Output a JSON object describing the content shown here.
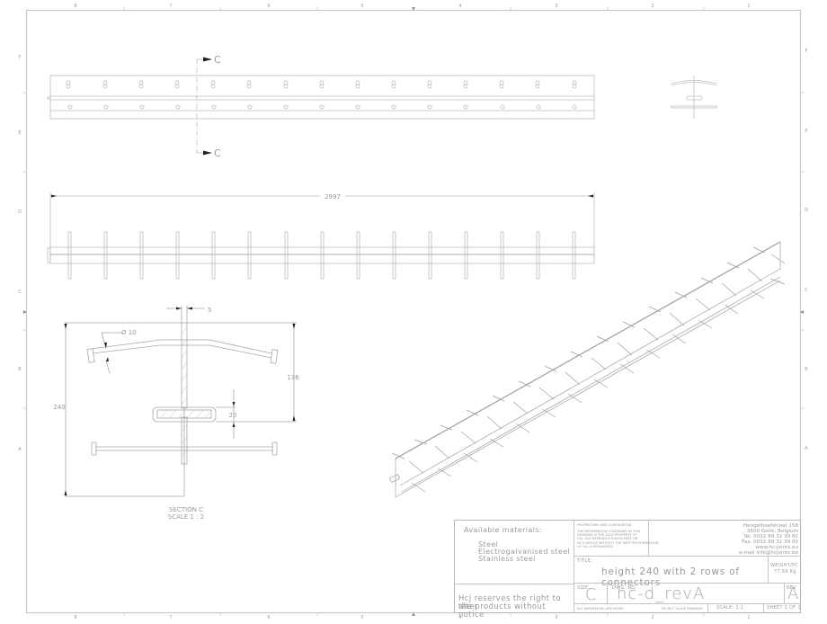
{
  "drawing": {
    "border": {
      "column_markers": [
        "8",
        "7",
        "6",
        "5",
        "4",
        "3",
        "2",
        "1"
      ],
      "row_markers": [
        "F",
        "E",
        "D",
        "C",
        "B",
        "A"
      ]
    },
    "views": {
      "top_view": {
        "section_marker_top": "C",
        "section_marker_bottom": "C"
      },
      "front_view": {
        "length_dimension": "2997"
      },
      "section_view": {
        "thickness_dimension": "5",
        "diameter_dimension": "Ø 10",
        "height_dimension": "240",
        "upper_height_dimension": "136",
        "flange_dimension": "20",
        "caption_line1": "SECTION C",
        "caption_line2": "SCALE 1 : 2"
      }
    },
    "title_block": {
      "materials_label": "Available materials:",
      "materials": [
        "Steel",
        "Electrogalvanised steel",
        "Stainless steel"
      ],
      "notice_line1": "Hcj reserves the right to alter",
      "notice_line2": "the products without notice",
      "proprietary_heading": "PROPRIETARY AND CONFIDENTIAL",
      "proprietary_text": "THE INFORMATION CONTAINED IN THIS\nDRAWING IS THE SOLE PROPERTY OF\nHCJ. ANY REPRODUCTION IN PART OR\nAS A WHOLE WITHOUT THE WRITTEN PERMISSION\nOF HCJ IS PROHIBITED.",
      "address": "Hengelhoefstraat 158\n3600 Genk, Belgium\nTel. 0032 89 32 39 82\nFax. 0032 89 32 39 00\nwww.hc-joints.eu\ne-mail info@hcjoints.be",
      "title_label": "TITLE:",
      "title": "height 240 with 2 rows of connectors",
      "weight_label": "WEIGHT/PC",
      "weight_value": "77.69  Kg",
      "size_label": "SIZE",
      "size_value": "C",
      "dwg_label": "DWG. NO.",
      "dwg_value": "hc-d_revA",
      "rev_label": "REV",
      "rev_value": "A",
      "dimensions_note": "ALL DIMENSIONS ARE IN MM",
      "scale_note": "DO NOT SCALE DRAWING",
      "scale": "SCALE: 2:1",
      "sheet": "SHEET 1 OF 1"
    }
  }
}
